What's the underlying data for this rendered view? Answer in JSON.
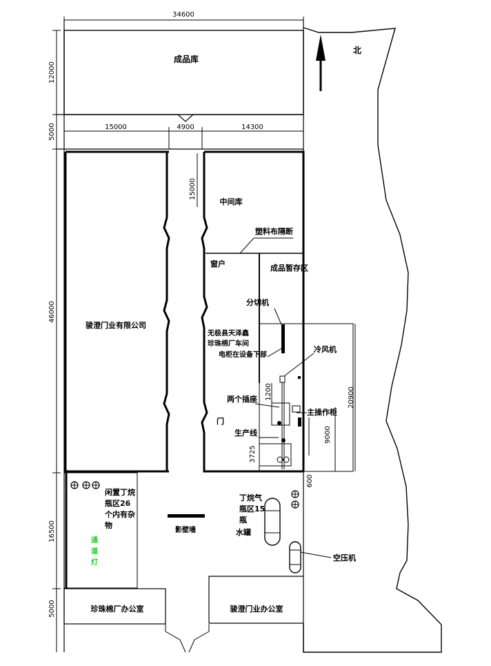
{
  "dimensions": {
    "overall_width": "34600",
    "seg_left": "15000",
    "seg_mid": "4900",
    "seg_right": "14300",
    "h_top": "12000",
    "h_road": "5000",
    "h_main": "46000",
    "h_lower": "16500",
    "h_office": "5000",
    "mid_warehouse_depth": "15000",
    "right_block": "20900",
    "d_1200": "1200",
    "d_9000": "9000",
    "d_3725": "3725",
    "d_600": "600"
  },
  "labels": {
    "north": "北",
    "finished_warehouse": "成品库",
    "intermediate_warehouse": "中间库",
    "plastic_partition": "塑料布隔断",
    "window": "窗户",
    "finished_temp_storage": "成品暂存区",
    "slitter": "分切机",
    "workshop_line1": "无极县天泽鑫",
    "workshop_line2": "珍珠棉厂车间",
    "workshop_line3": "电柜在设备下部",
    "cooling_fan": "冷风机",
    "two_sockets": "两个插座",
    "main_cabinet": "主操作柜",
    "door": "门",
    "production_line": "生产线",
    "company": "骏澄门业有限公司",
    "idle_area": "闲置丁烷瓶区26个内有杂物",
    "screen_wall": "影壁墙",
    "butane_area": "丁烷气瓶区15瓶",
    "water_tank": "水罐",
    "air_compressor": "空压机",
    "green_text": "通道灯",
    "pearl_office": "珍珠棉厂办公室",
    "junc_office": "骏澄门业办公室"
  },
  "colors": {
    "line": "#000000",
    "green": "#22cc22"
  }
}
